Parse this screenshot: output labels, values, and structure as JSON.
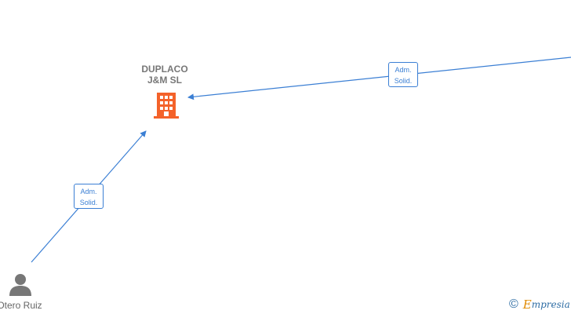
{
  "company": {
    "name_line1": "DUPLACO",
    "name_line2": "J&M  SL",
    "icon": "building-icon",
    "icon_color": "#f4622a"
  },
  "person": {
    "name": "Otero Ruiz",
    "icon": "person-icon",
    "icon_color": "#777777"
  },
  "edges": [
    {
      "from": "person",
      "to": "company",
      "label_line1": "Adm.",
      "label_line2": "Solid."
    },
    {
      "from": "offscreen-right",
      "to": "company",
      "label_line1": "Adm.",
      "label_line2": "Solid."
    }
  ],
  "edge_color": "#3b7fd4",
  "watermark": {
    "symbol": "©",
    "brand_initial": "E",
    "brand_rest": "mpresia",
    "initial_color": "#e08a00",
    "text_color": "#2e6da4"
  }
}
